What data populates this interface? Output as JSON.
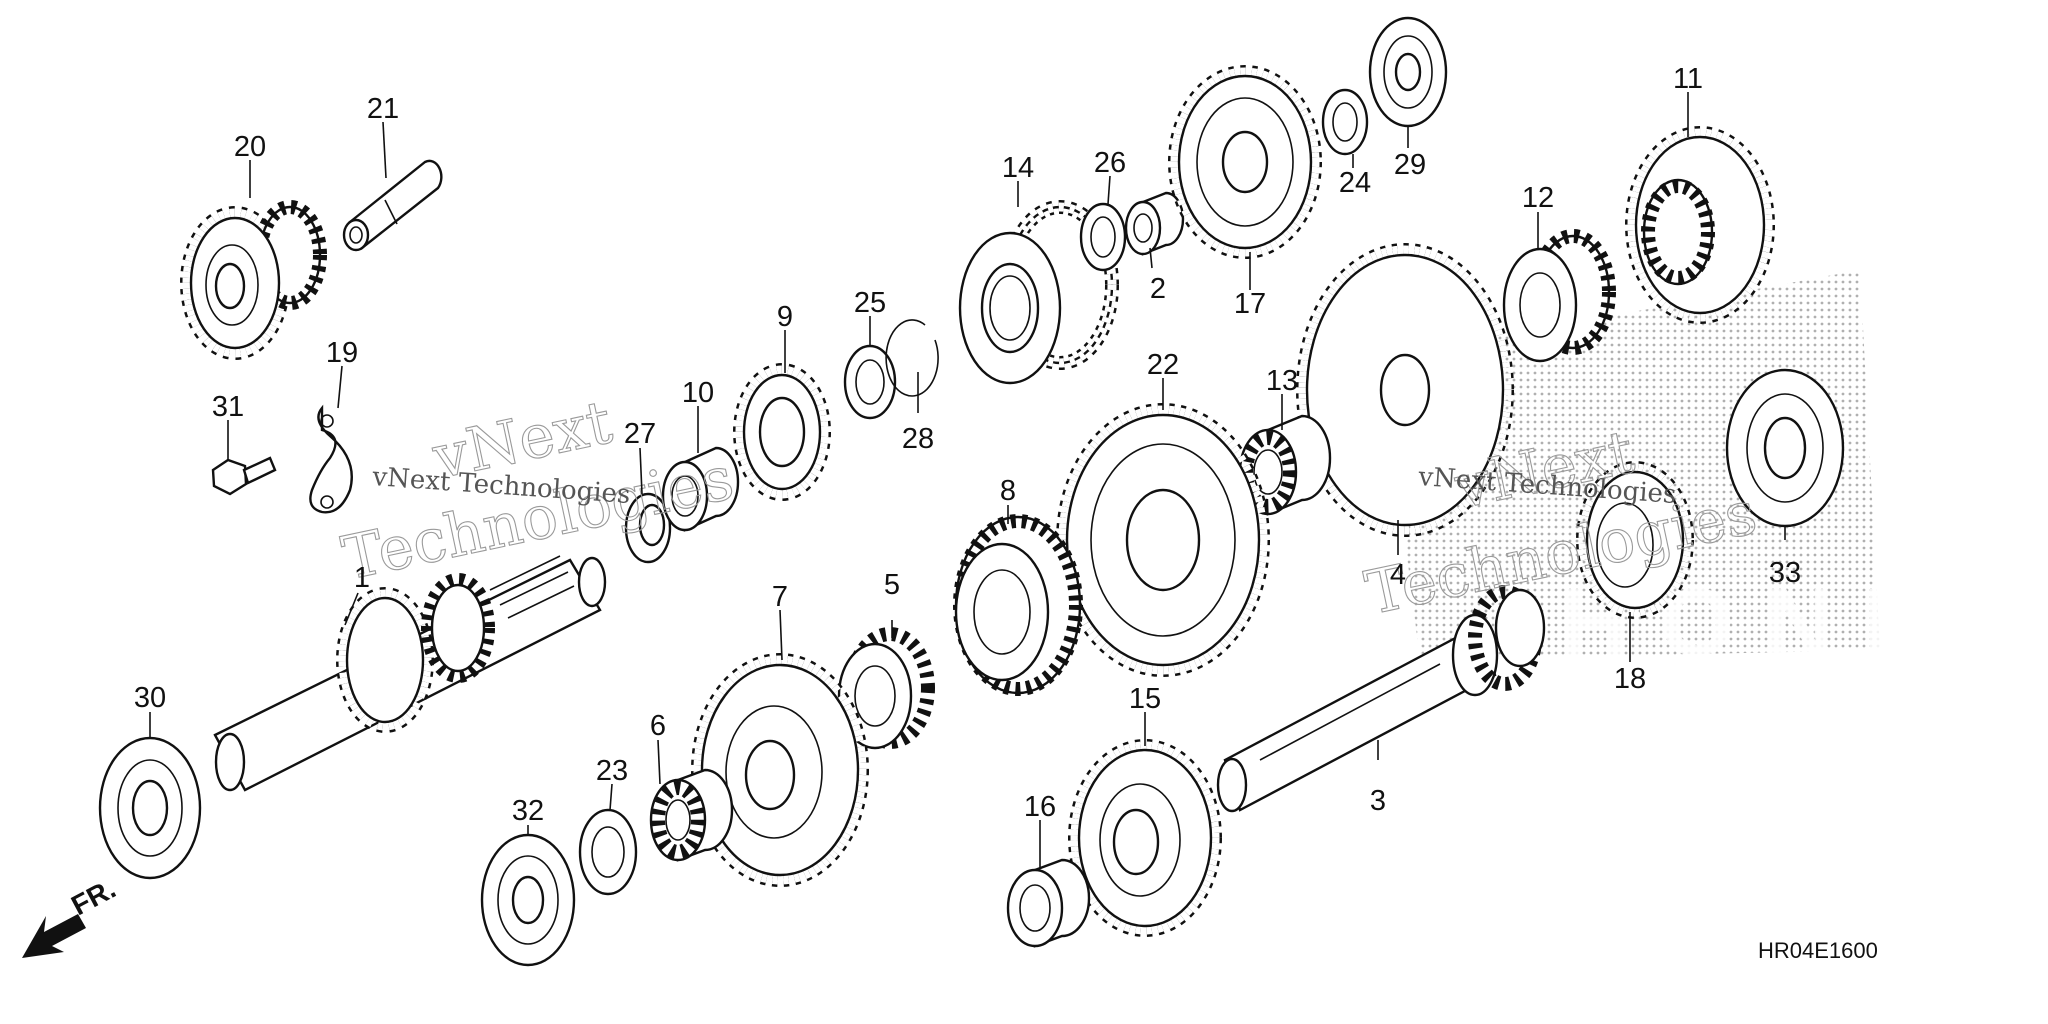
{
  "diagram": {
    "part_numbers": [
      "1",
      "2",
      "3",
      "4",
      "5",
      "6",
      "7",
      "8",
      "9",
      "10",
      "11",
      "12",
      "13",
      "14",
      "15",
      "16",
      "17",
      "18",
      "19",
      "20",
      "21",
      "22",
      "23",
      "24",
      "25",
      "26",
      "27",
      "28",
      "29",
      "30",
      "31",
      "32",
      "33"
    ],
    "direction_label": "FR.",
    "diagram_code": "HR04E1600",
    "watermark": {
      "line1": "vNext",
      "line2": "Technologies",
      "small": "vNext Technologies"
    },
    "brand_watermark": "HONDA",
    "colors": {
      "ink": "#111111",
      "dot_pattern": "#b0b0b0",
      "watermark_outline": "#9a9a9a"
    },
    "icons": {
      "direction": "arrow-down-left-icon"
    }
  }
}
